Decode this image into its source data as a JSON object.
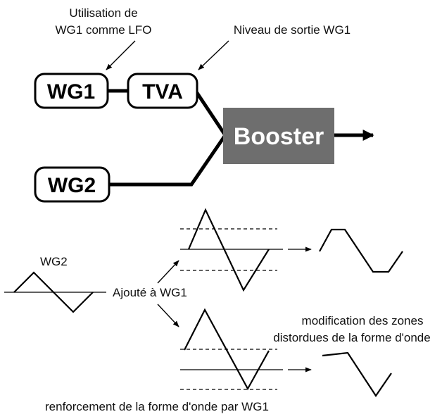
{
  "blocks": {
    "wg1": "WG1",
    "tva": "TVA",
    "booster": "Booster",
    "wg2": "WG2"
  },
  "annotations": {
    "lfo_line1": "Utilisation de",
    "lfo_line2": "WG1 comme LFO",
    "output_level": "Niveau de sortie WG1",
    "wg2_wave": "WG2",
    "added": "Ajouté à WG1",
    "modification_line1": "modification des zones",
    "modification_line2": "distordues de la forme d'onde",
    "reinforcement": "renforcement de la forme d'onde par WG1"
  },
  "colors": {
    "booster_fill": "#6e6e6e",
    "ink": "#000000"
  }
}
